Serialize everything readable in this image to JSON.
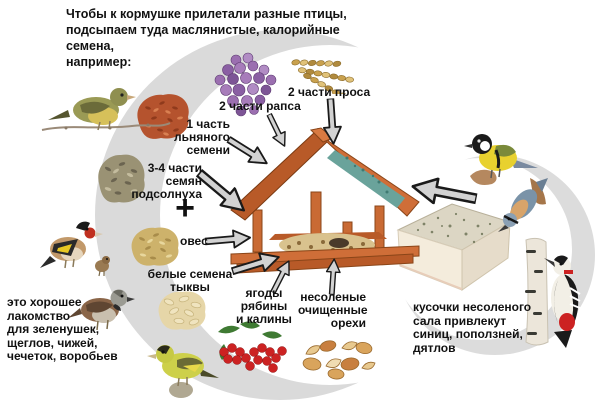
{
  "header": {
    "lines": [
      "Чтобы к кормушке прилетали разные птицы,",
      "подсыпаем туда маслянистые, калорийные семена,",
      "например:"
    ]
  },
  "ingredients": {
    "rapeseed": {
      "label": "2 части рапса"
    },
    "millet": {
      "label": "2 части проса"
    },
    "flax": {
      "lines": [
        "1 часть",
        "льняного",
        "семени"
      ]
    },
    "sunflower": {
      "lines": [
        "3-4 части",
        "семян",
        "подсолнуха"
      ]
    },
    "plus": "+",
    "oats": {
      "label": "овес"
    },
    "pumpkin": {
      "lines": [
        "белые семена",
        "тыквы"
      ]
    },
    "berries": {
      "lines": [
        "ягоды",
        "рябины",
        "и калины"
      ]
    },
    "nuts": {
      "lines": [
        "несоленые",
        "очищенные",
        "орехи"
      ]
    }
  },
  "notes": {
    "seed_birds": {
      "lines": [
        "это хорошее",
        "лакомство",
        "для зеленушек,",
        "щеглов, чижей,",
        "чечеток, воробьев"
      ]
    },
    "lard_birds": {
      "lines": [
        "кусочки несоленого",
        "сала привлекут",
        "синиц, поползней,",
        "дятлов"
      ]
    }
  },
  "colors": {
    "feeder_wood": "#cf6e38",
    "feeder_wood_dark": "#b85a28",
    "roof_panel_teal": "#6aa39b",
    "arrow_fill": "#d2d2d2",
    "crescent_gray": "#dadada",
    "berry_red": "#cc2222",
    "lard_cream": "#f2ead9",
    "text": "#111111"
  }
}
